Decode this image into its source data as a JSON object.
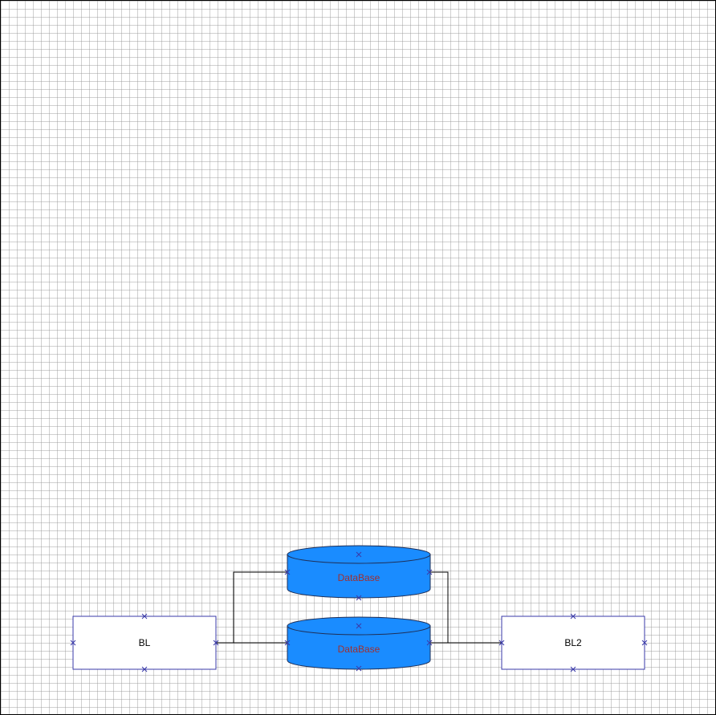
{
  "nodes": {
    "bl": {
      "label": "BL"
    },
    "bl2": {
      "label": "BL2"
    },
    "db_top": {
      "label": "DataBase"
    },
    "db_bottom": {
      "label": "DataBase"
    }
  },
  "colors": {
    "box_border": "#3a3aa8",
    "box_fill": "#ffffff",
    "cylinder_fill": "#1a8cff",
    "cylinder_stroke": "#1f2f57",
    "db_label": "#a03030",
    "box_label": "#000000",
    "connector": "#000000",
    "grid_line": "#969696"
  }
}
